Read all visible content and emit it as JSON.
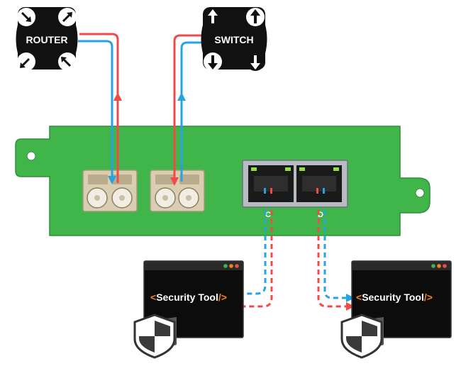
{
  "labels": {
    "router": "ROUTER",
    "switch": "SWITCH",
    "port_c": "C",
    "port_d": "D"
  },
  "tools": {
    "left": {
      "open_bracket": "<",
      "text": "Security Tool",
      "close_bracket": "/>"
    },
    "right": {
      "open_bracket": "<",
      "text": "Security Tool",
      "close_bracket": "/>"
    }
  },
  "colors": {
    "board": "#3fb54a",
    "board_edge": "#2e8f38",
    "red_line": "#ef4b4b",
    "blue_line": "#26a3e0",
    "badge": "#111111",
    "bracket": "#f0831e",
    "lc_port": "#d9cdb2"
  },
  "icons": {
    "router": "router-arrows-icon",
    "switch": "switch-arrows-icon",
    "shield": "shield-icon"
  }
}
